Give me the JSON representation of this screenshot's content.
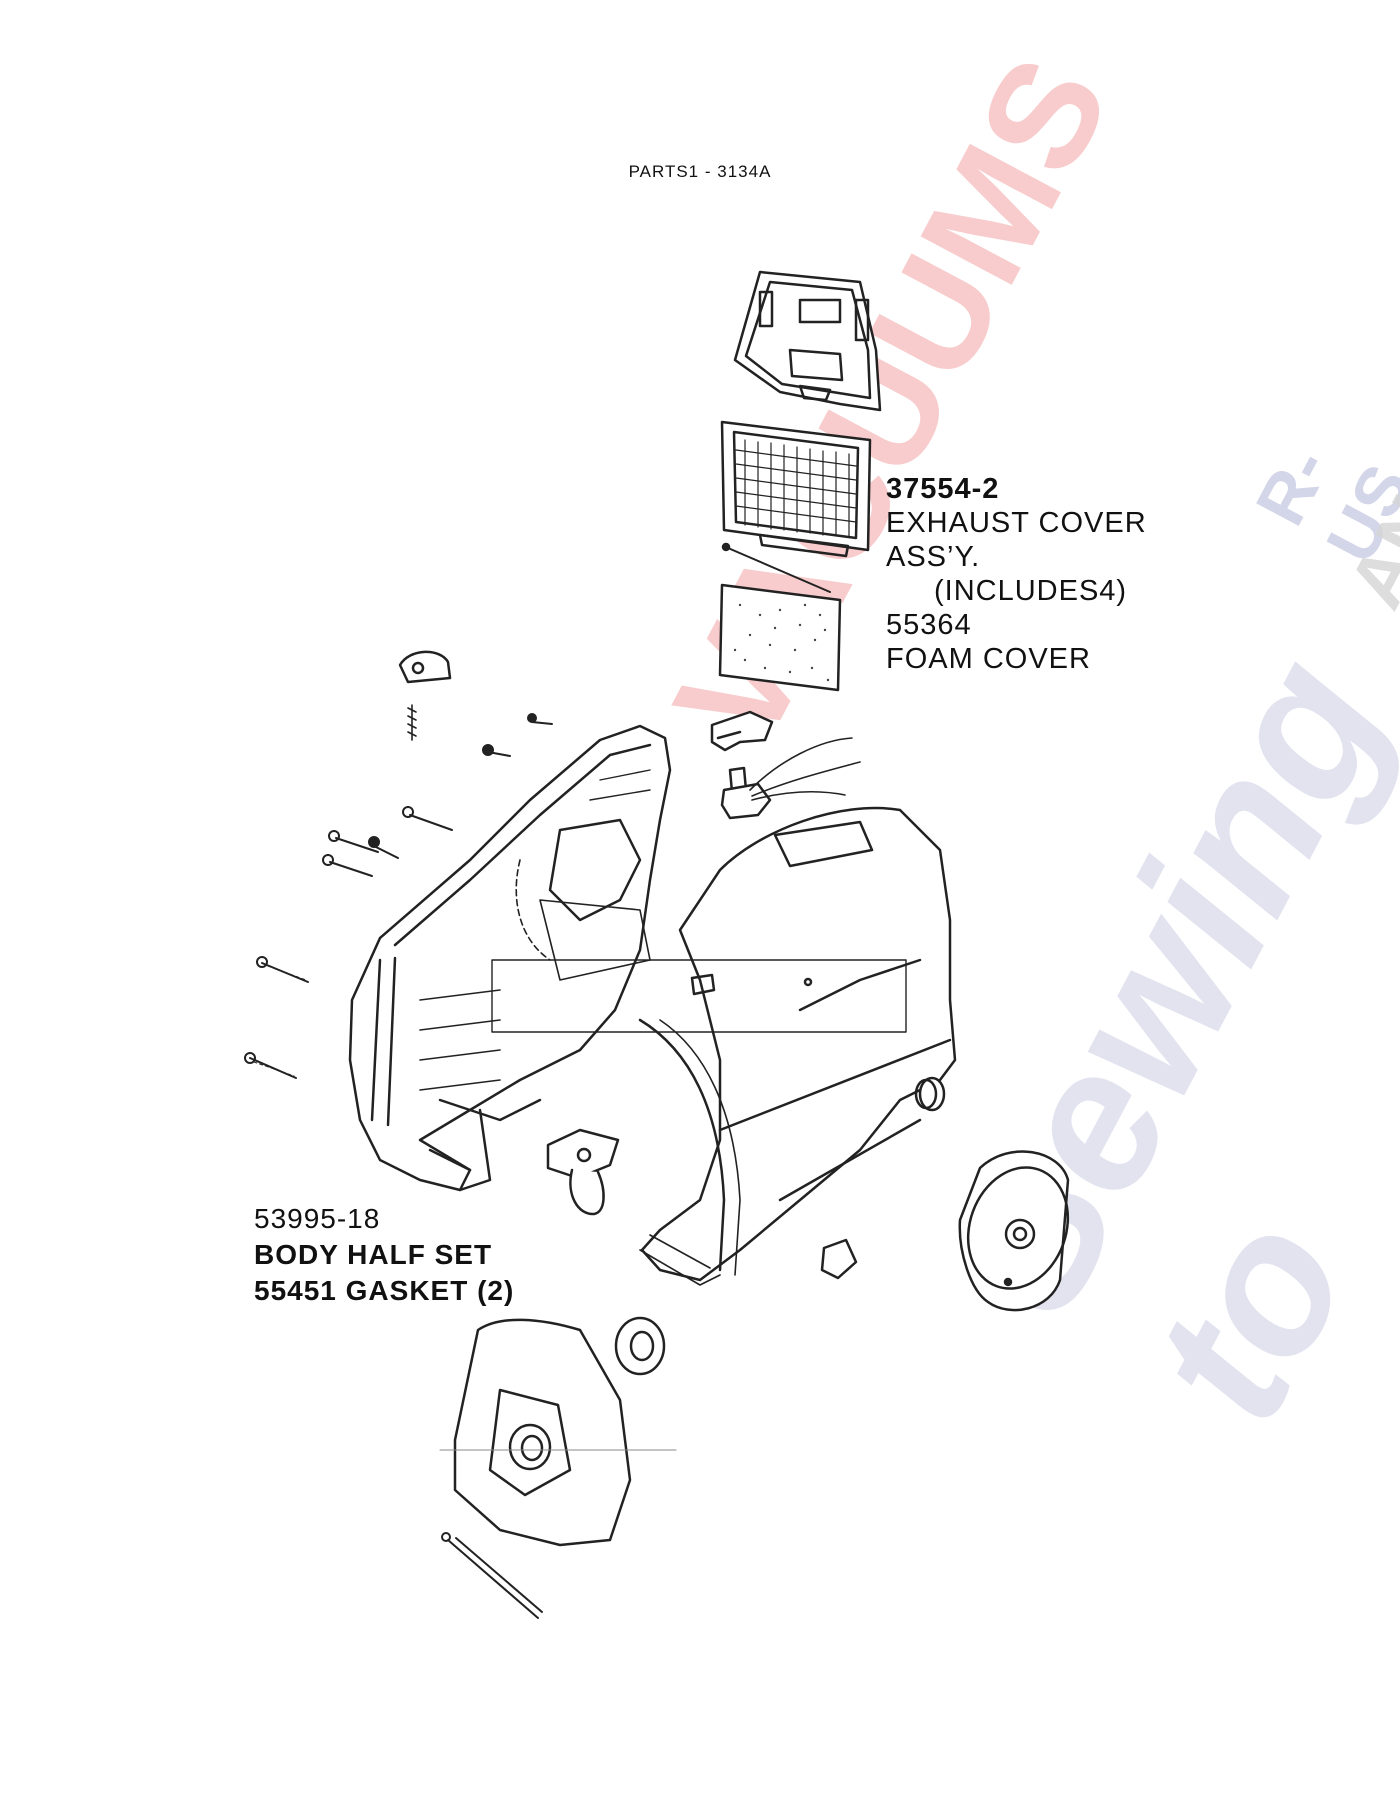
{
  "header": {
    "title": "PARTS1  - 3134A"
  },
  "callout_exhaust": {
    "part_number": "37554-2",
    "name_line1": "EXHAUST COVER",
    "name_line2": "ASS’Y.",
    "includes": "(INCLUDES4)",
    "sub_part_number": "55364",
    "sub_part_name": "FOAM COVER"
  },
  "callout_body": {
    "part_number": "53995-18",
    "name": "BODY HALF SET",
    "gasket": "55451 GASKET (2)"
  },
  "watermark": {
    "line_a": "VACUUMS",
    "line_b": "R-US",
    "line_c": "AND",
    "line_d": "Sewing to",
    "colors": {
      "red": "#f4b5b5",
      "blue": "#c9cbe3",
      "gray": "#cfcfcf"
    }
  }
}
